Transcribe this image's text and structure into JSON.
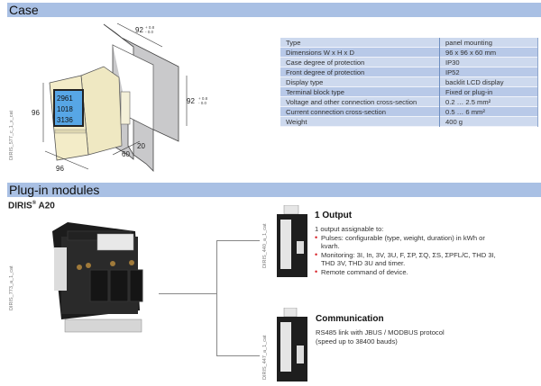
{
  "sections": {
    "case_title": "Case",
    "plugin_title": "Plug-in modules"
  },
  "case_drawing": {
    "caption": "DIRIS_577_c_1_x_cat",
    "dim_top": "92",
    "dim_top_tol_plus": "+ 0.8",
    "dim_top_tol_minus": "- 0.0",
    "dim_right": "92",
    "dim_right_tol_plus": "+ 0.8",
    "dim_right_tol_minus": "- 0.0",
    "dim_height": "96",
    "dim_width": "96",
    "dim_depth": "60",
    "dim_rear": "20",
    "lcd_lines": [
      "2961",
      "1018",
      "3136"
    ]
  },
  "spec_table": {
    "rows": [
      {
        "label": "Type",
        "value": "panel mounting"
      },
      {
        "label": "Dimensions W x H x D",
        "value": "96 x 96 x 60 mm"
      },
      {
        "label": "Case degree of protection",
        "value": "IP30"
      },
      {
        "label": "Front degree of protection",
        "value": "IP52"
      },
      {
        "label": "Display type",
        "value": "backlit LCD display"
      },
      {
        "label": "Terminal block type",
        "value": "Fixed or plug-in"
      },
      {
        "label": "Voltage and other connection cross-section",
        "value": "0.2 … 2.5 mm²"
      },
      {
        "label": "Current connection cross-section",
        "value": "0.5 … 6 mm²"
      },
      {
        "label": "Weight",
        "value": "400 g"
      }
    ]
  },
  "product": {
    "name": "DIRIS",
    "reg": "®",
    "model": " A20",
    "caption": "DIRIS_773_a_1_cat"
  },
  "modules": [
    {
      "caption": "DIRIS_440_a_1_cat",
      "title": "1 Output",
      "intro": "1 output assignable to:",
      "bullets": [
        "Pulses: configurable (type, weight, duration) in kWh or kvarh.",
        "Monitoring: 3I, In, 3V, 3U, F, ΣP, ΣQ, ΣS, ΣPFL/C, THD 3I, THD 3V, THD 3U and timer.",
        "Remote command of device."
      ]
    },
    {
      "caption": "DIRIS_447_a_1_cat",
      "title": "Communication",
      "intro": "RS485 link with JBUS / MODBUS protocol (speed up to 38400 bauds)",
      "bullets": []
    }
  ]
}
